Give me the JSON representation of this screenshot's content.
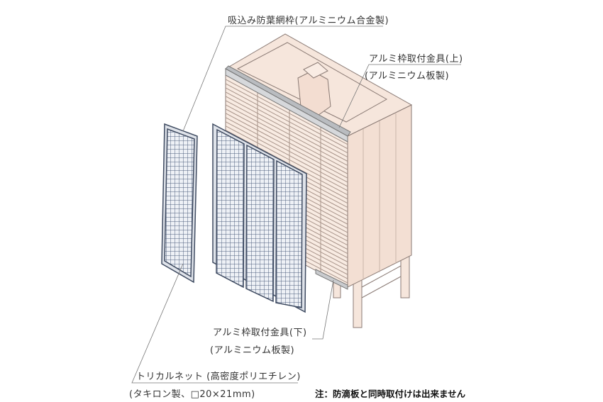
{
  "labels": {
    "intake_frame": "吸込み防葉網枠(アルミニウム合金製)",
    "bracket_upper": "アルミ枠取付金具(上)",
    "bracket_upper_material": "(アルミニウム板製)",
    "bracket_lower": "アルミ枠取付金具(下)",
    "bracket_lower_material": "(アルミニウム板製)",
    "net": "トリカルネット (高密度ポリエチレン)",
    "net_material": "(タキロン製、□20×21mm)"
  },
  "note": "注：防滴板と同時取付けは出来ません",
  "colors": {
    "cabinet": "#f6e6dc",
    "outline": "#8a7a74",
    "mesh": "#5a6b86",
    "bracket": "#b9bcc0"
  }
}
